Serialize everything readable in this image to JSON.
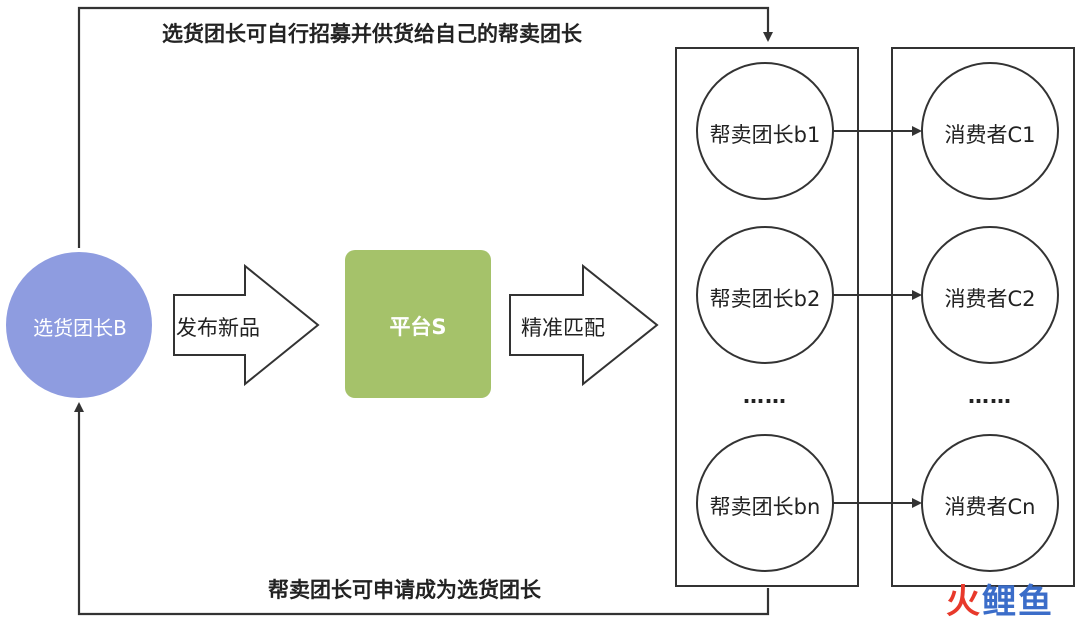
{
  "top_note": "选货团长可自行招募并供货给自己的帮卖团长",
  "bottom_note": "帮卖团长可申请成为选货团长",
  "selector": {
    "label": "选货团长B",
    "color": "#8e9ce0"
  },
  "arrow1": {
    "label": "发布新品"
  },
  "platform": {
    "label": "平台S",
    "color": "#a5c26a"
  },
  "arrow2": {
    "label": "精准匹配"
  },
  "helpers": [
    "帮卖团长b1",
    "帮卖团长b2",
    "帮卖团长bn"
  ],
  "consumers": [
    "消费者C1",
    "消费者C2",
    "消费者Cn"
  ],
  "ellipsis": "……",
  "watermark": {
    "part1": "火",
    "part2": "鲤鱼"
  }
}
